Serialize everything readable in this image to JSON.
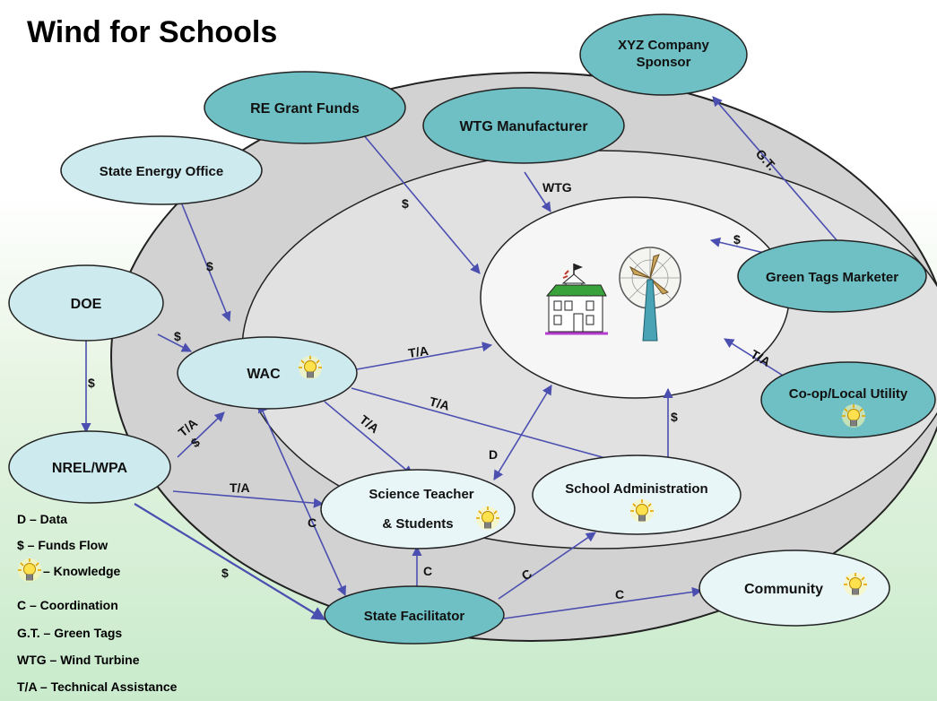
{
  "title": "Wind for Schools",
  "nodes": {
    "xyz_sponsor": [
      "XYZ Company",
      "Sponsor"
    ],
    "re_grant": "RE Grant Funds",
    "wtg_manufacturer": "WTG Manufacturer",
    "state_energy": "State Energy Office",
    "doe": "DOE",
    "green_tags": "Green Tags Marketer",
    "wac": "WAC",
    "coop": "Co-op/Local Utility",
    "nrel": "NREL/WPA",
    "science": [
      "Science Teacher",
      "& Students"
    ],
    "school_admin": "School Administration",
    "community": "Community",
    "state_facilitator": "State Facilitator"
  },
  "edge_labels": {
    "g_t": "G.T.",
    "wtg": "WTG",
    "dollar": "$",
    "ta": "T/A",
    "d": "D",
    "c": "C"
  },
  "legend": [
    {
      "key": "D",
      "text": "D – Data"
    },
    {
      "key": "$",
      "text": "$ – Funds Flow"
    },
    {
      "key": "knowledge",
      "text": "– Knowledge",
      "icon": "lightbulb-icon"
    },
    {
      "key": "C",
      "text": "C – Coordination"
    },
    {
      "key": "G.T.",
      "text": "G.T. – Green Tags"
    },
    {
      "key": "WTG",
      "text": "WTG – Wind Turbine"
    },
    {
      "key": "T/A",
      "text": "T/A – Technical Assistance"
    }
  ],
  "colors": {
    "teal_node": "#6fc0c4",
    "light_node": "#cdeaee",
    "pale_node": "#e9f6f8",
    "outer_ellipse": "#c9c9c9",
    "arrow": "#4b4fb0",
    "background_green": "#c9ebcc"
  },
  "icons": [
    "school-house-icon",
    "wind-turbine-icon",
    "lightbulb-icon"
  ]
}
